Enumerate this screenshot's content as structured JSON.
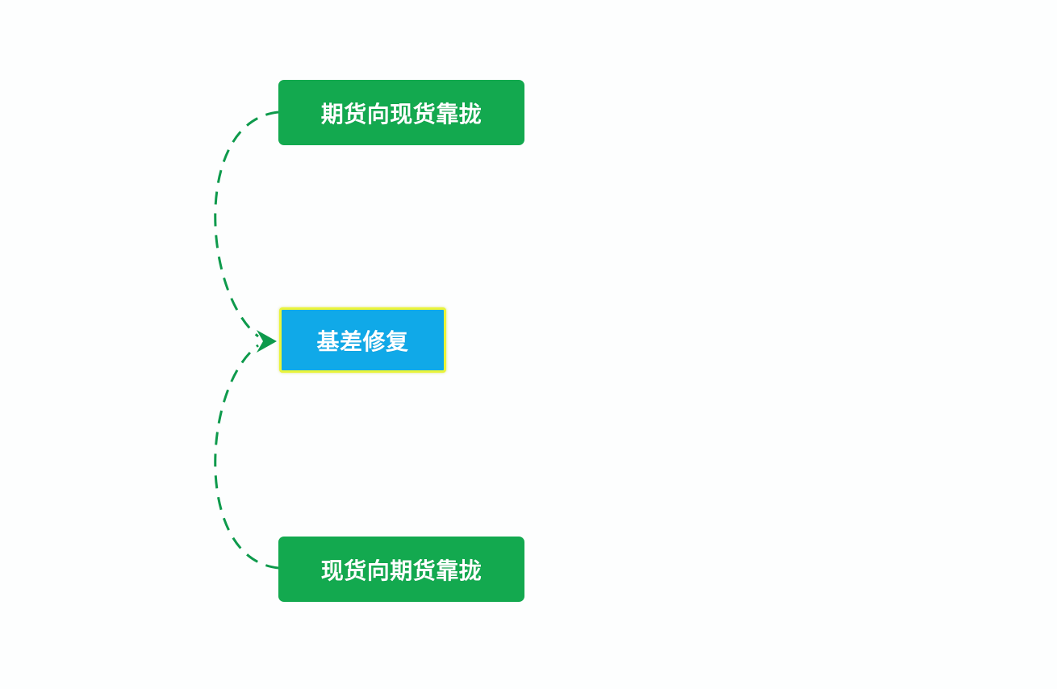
{
  "diagram": {
    "nodes": {
      "top": {
        "label": "期货向现货靠拢"
      },
      "center": {
        "label": "基差修复"
      },
      "bottom": {
        "label": "现货向期货靠拢"
      }
    },
    "colors": {
      "green_node": "#13a94f",
      "blue_node": "#10a9e8",
      "highlight_border": "#eaf43a",
      "connector": "#0e9a4c",
      "background": "#fdfefe"
    },
    "edges": [
      {
        "from": "top",
        "to": "center",
        "style": "dashed"
      },
      {
        "from": "bottom",
        "to": "center",
        "style": "dashed"
      }
    ]
  }
}
